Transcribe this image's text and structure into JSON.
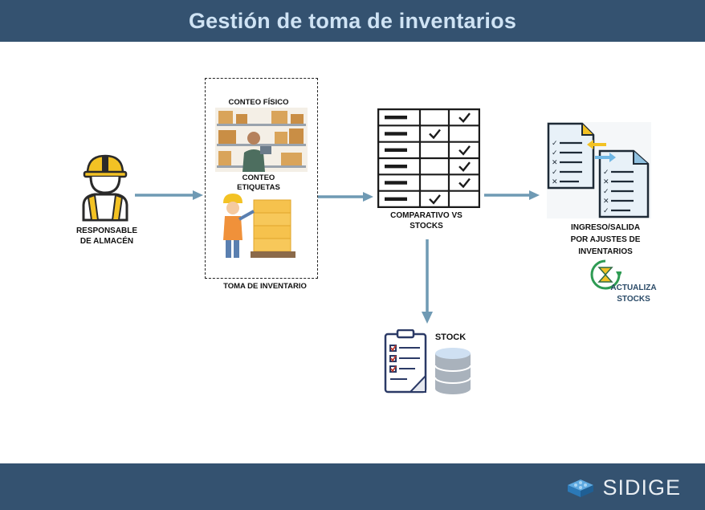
{
  "header": {
    "title": "Gestión de toma de inventarios"
  },
  "actor": {
    "line1": "RESPONSABLE",
    "line2": "DE ALMACÉN"
  },
  "toma": {
    "conteo_fisico": "CONTEO FÍSICO",
    "conteo_etiquetas_1": "CONTEO",
    "conteo_etiquetas_2": "ETIQUETAS",
    "label": "TOMA DE INVENTARIO"
  },
  "comparativo": {
    "line1": "COMPARATIVO VS",
    "line2": "STOCKS"
  },
  "ajustes": {
    "line1": "INGRESO/SALIDA",
    "line2": "POR AJUSTES DE",
    "line3": "INVENTARIOS",
    "actualiza_1": "ACTUALIZA",
    "actualiza_2": "STOCKS"
  },
  "stock": {
    "label": "STOCK"
  },
  "footer": {
    "brand": "SIDIGE"
  },
  "colors": {
    "band": "#345270",
    "title": "#cfe3f4",
    "arrow": "#6f9ab4",
    "helmet": "#f3c224",
    "table_border": "#1b1b1b"
  },
  "comparison_table": {
    "rows": [
      [
        "dash",
        "",
        "check"
      ],
      [
        "dash",
        "check",
        ""
      ],
      [
        "dash",
        "",
        "check"
      ],
      [
        "dash",
        "",
        "check"
      ],
      [
        "dash",
        "",
        "check"
      ],
      [
        "dash",
        "check",
        ""
      ]
    ]
  }
}
